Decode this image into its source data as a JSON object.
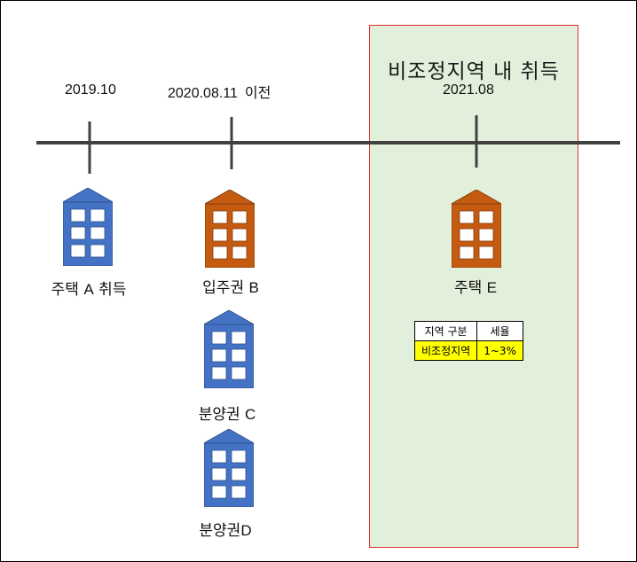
{
  "region": {
    "title": "비조정지역 내 취득",
    "fill": "#e2efda",
    "border": "#e03030"
  },
  "timeline": {
    "dates": [
      {
        "label": "2019.10",
        "note": ""
      },
      {
        "label": "2020.08.11",
        "note": "이전"
      },
      {
        "label": "2021.08",
        "note": ""
      }
    ]
  },
  "colors": {
    "blue_building": "#4472c4",
    "orange_building": "#c55a11",
    "highlight": "#ffff00"
  },
  "houses": [
    {
      "label": "주택",
      "letter": "A",
      "suffix": "취득",
      "color": "blue"
    },
    {
      "label": "입주권",
      "letter": "B",
      "suffix": "",
      "color": "orange"
    },
    {
      "label": "분양권",
      "letter": "C",
      "suffix": "",
      "color": "blue"
    },
    {
      "label": "분양권",
      "letter": "D",
      "suffix": "",
      "color": "blue"
    },
    {
      "label": "주택",
      "letter": "E",
      "suffix": "",
      "color": "orange"
    }
  ],
  "tax_table": {
    "headers": [
      "지역 구분",
      "세율"
    ],
    "row": [
      "비조정지역",
      "1~3%"
    ]
  }
}
